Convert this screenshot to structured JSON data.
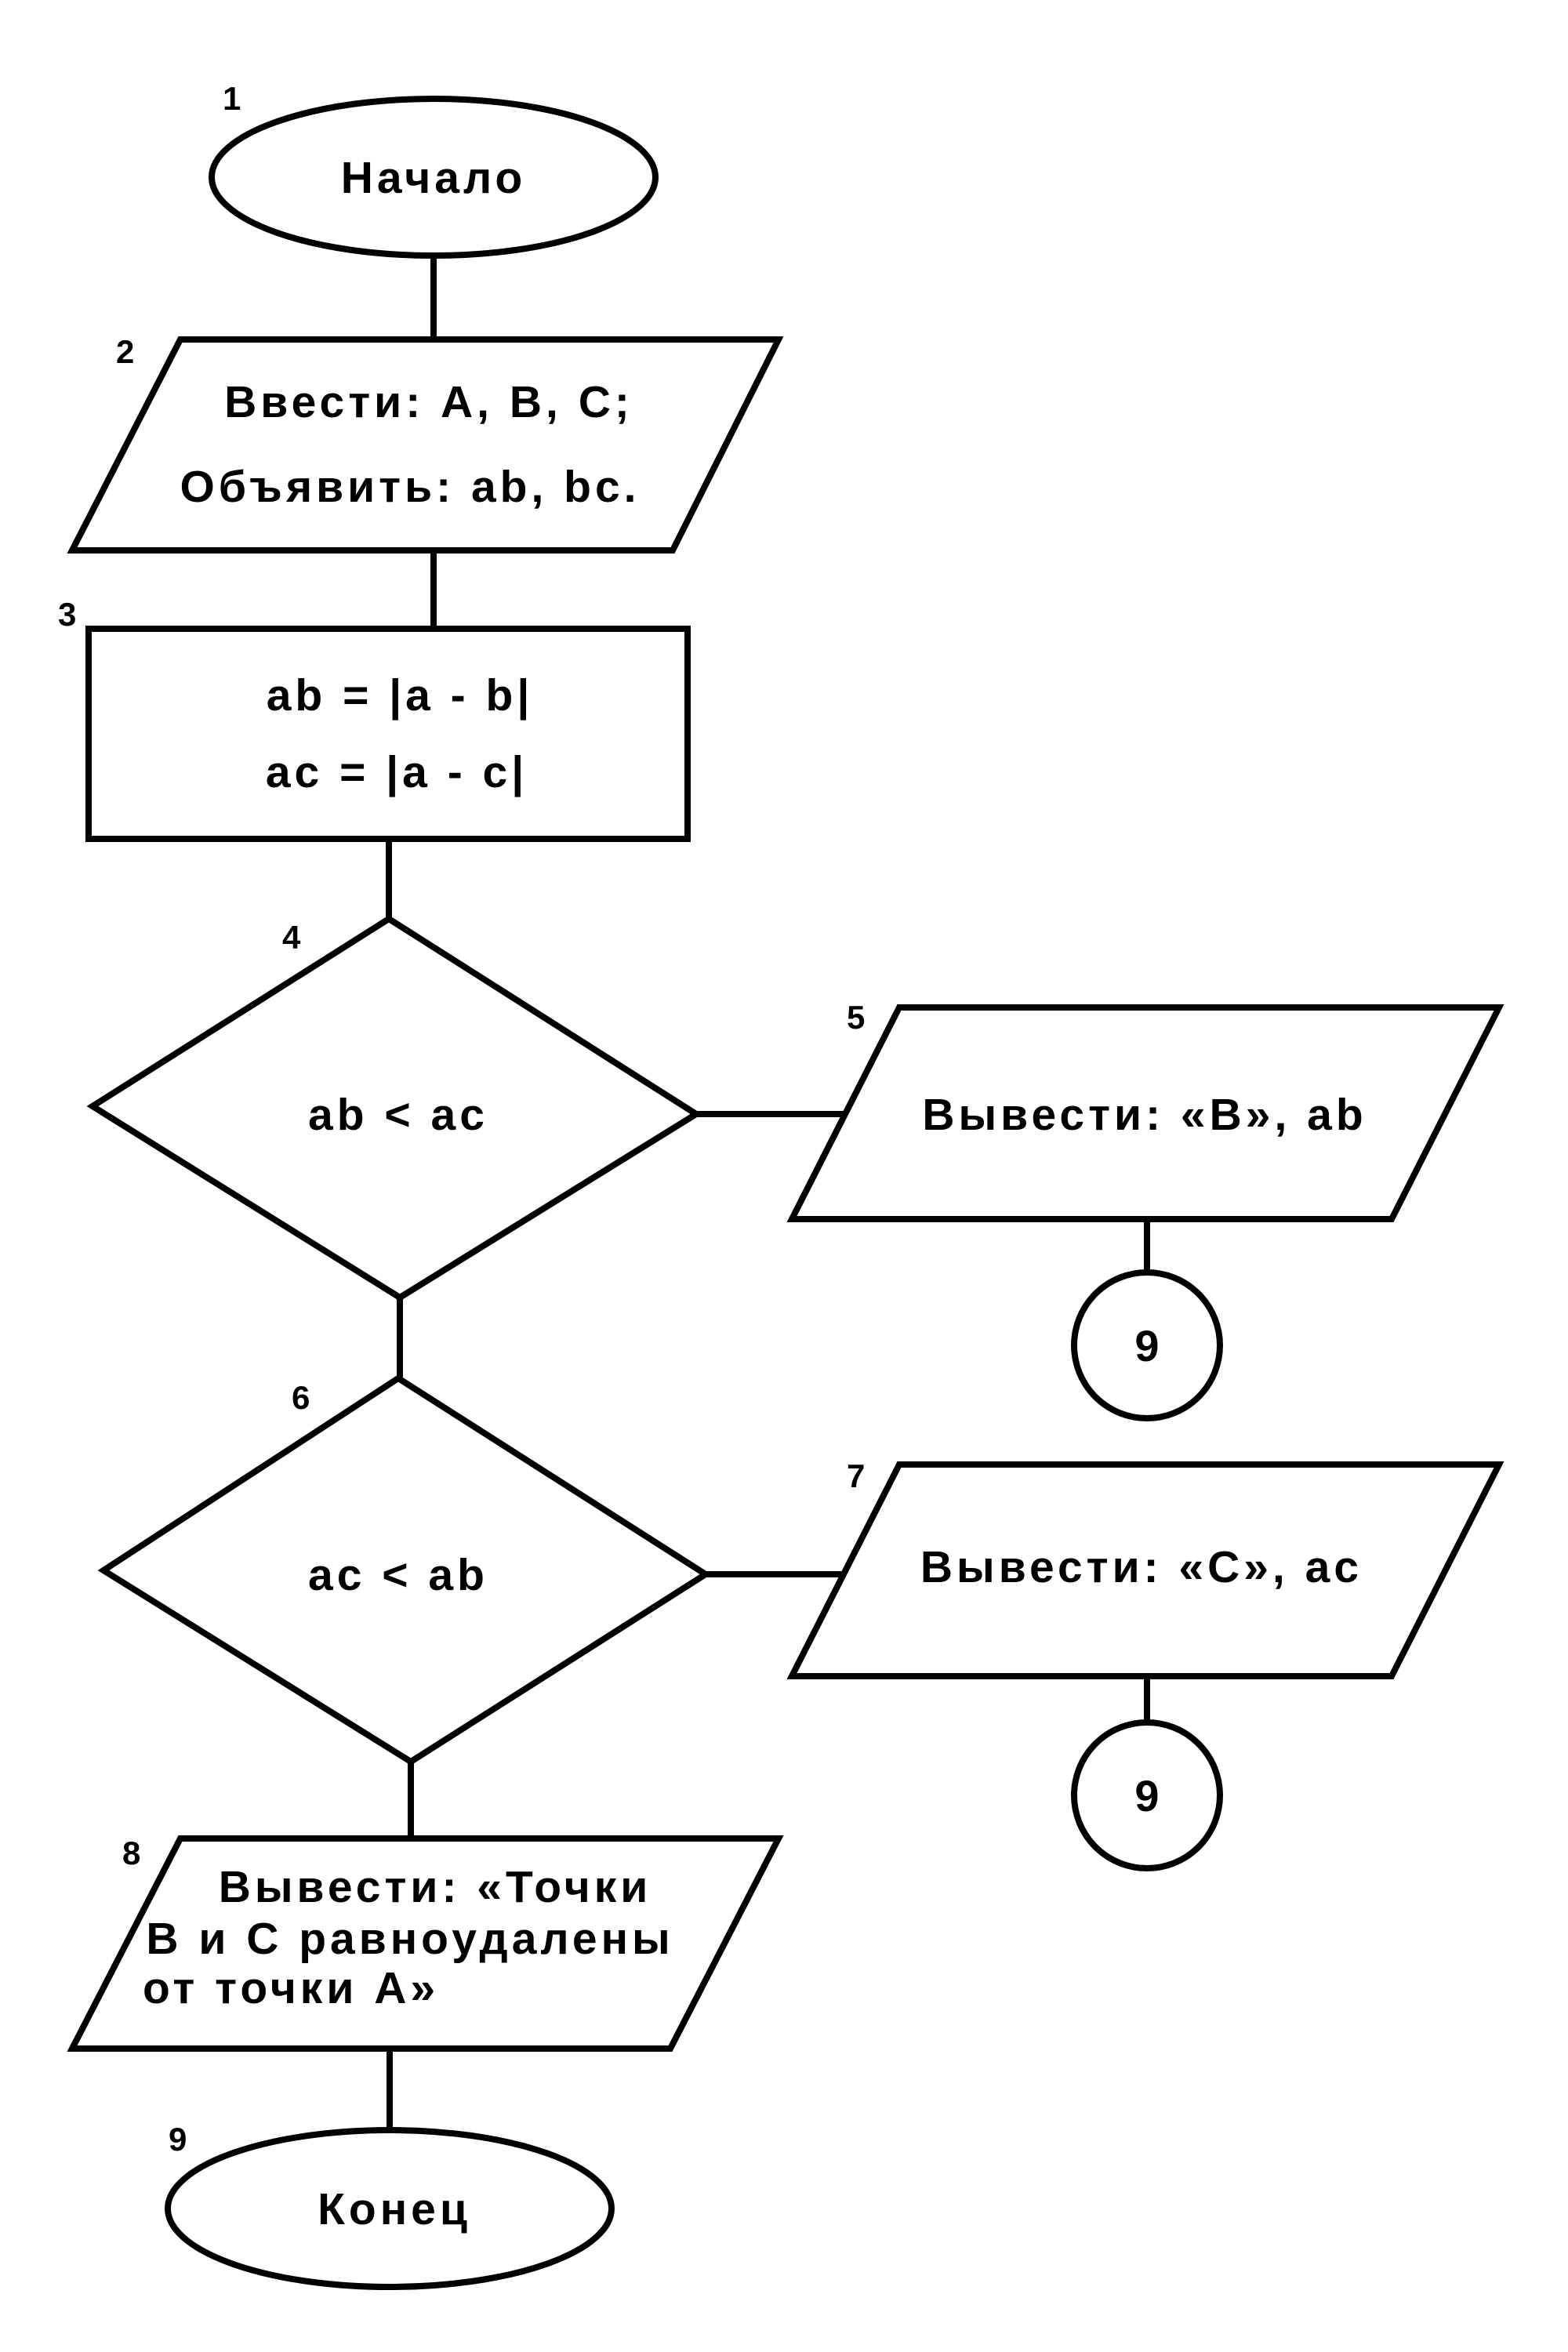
{
  "blocks": {
    "start": {
      "number": "1",
      "text": "Начало"
    },
    "input": {
      "number": "2",
      "line1": "Ввести: A, B, C;",
      "line2": "Объявить: ab, bc."
    },
    "compute": {
      "number": "3",
      "line1": "ab = |a - b|",
      "line2": "ac = |a - c|"
    },
    "cond1": {
      "number": "4",
      "text": "ab < ac"
    },
    "out_b": {
      "number": "5",
      "text": "Вывести: «B», ab"
    },
    "link_b": {
      "text": "9"
    },
    "cond2": {
      "number": "6",
      "text": "ac < ab"
    },
    "out_c": {
      "number": "7",
      "text": "Вывести: «C», ac"
    },
    "link_c": {
      "text": "9"
    },
    "out_equal": {
      "number": "8",
      "line1": "Вывести: «Точки",
      "line2": "B и C равноудалены",
      "line3": "от точки A»"
    },
    "end": {
      "number": "9",
      "text": "Конец"
    }
  },
  "colors": {
    "stroke": "#000000",
    "fill": "#ffffff",
    "text": "#000000"
  }
}
